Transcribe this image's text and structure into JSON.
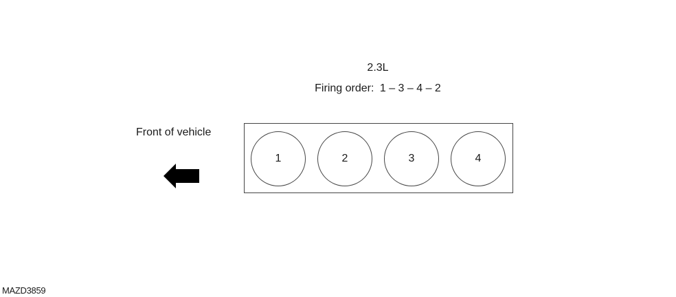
{
  "diagram": {
    "engine": "2.3L",
    "firing_order_label": "Firing order:",
    "firing_order_sequence": "1 – 3 – 4 – 2",
    "front_label": "Front of vehicle",
    "arrow_icon": "left-arrow-icon",
    "cylinders": [
      "1",
      "2",
      "3",
      "4"
    ],
    "reference_code": "MAZD3859"
  }
}
